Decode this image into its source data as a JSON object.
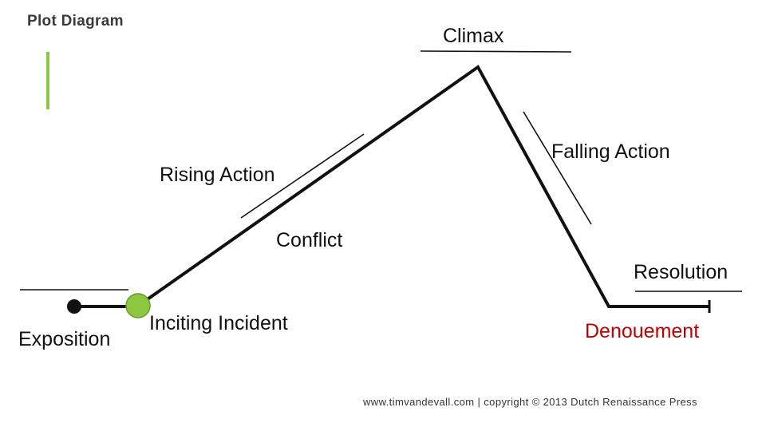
{
  "title": "Plot Diagram",
  "labels": {
    "climax": "Climax",
    "rising_action": "Rising Action",
    "falling_action": "Falling Action",
    "conflict": "Conflict",
    "resolution": "Resolution",
    "inciting_incident": "Inciting Incident",
    "exposition": "Exposition",
    "denouement": "Denouement"
  },
  "footer": "www.timvandevall.com | copyright © 2013 Dutch Renaissance Press",
  "colors": {
    "line": "#111111",
    "accent_bar": "#8dc63f",
    "inciting_dot": "#8dc63f",
    "denouement_text": "#c00000"
  }
}
